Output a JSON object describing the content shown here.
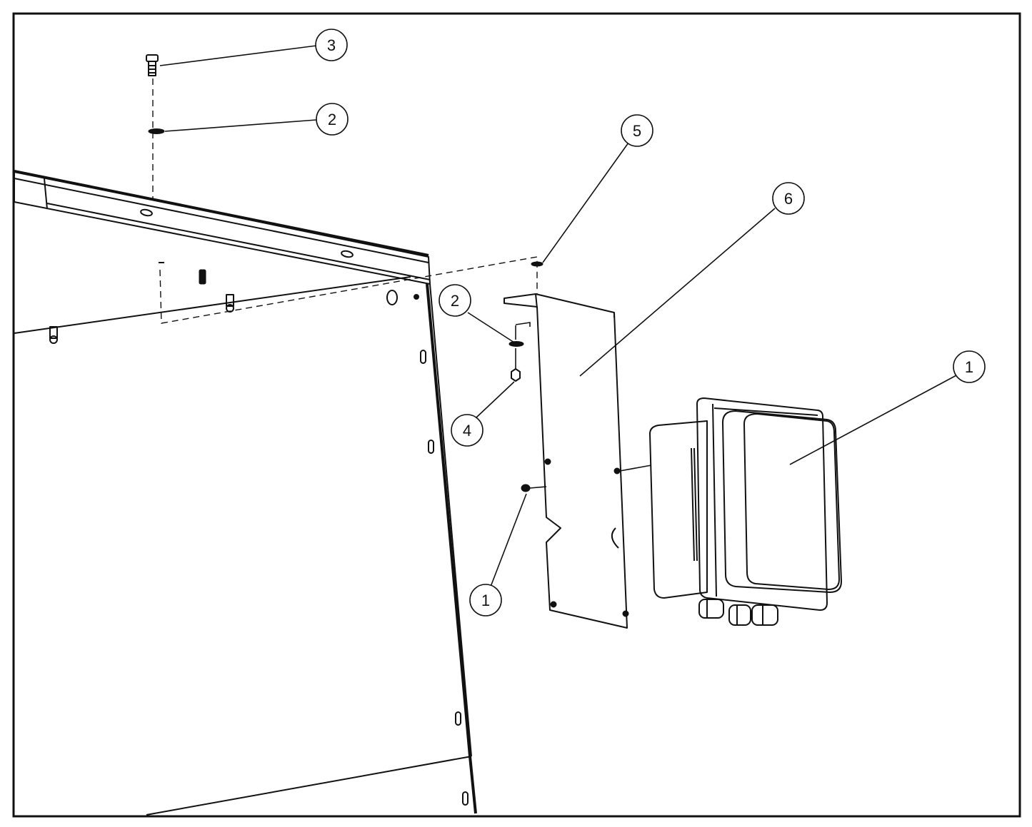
{
  "diagram": {
    "callouts": [
      {
        "id": "c3-top",
        "label": "3"
      },
      {
        "id": "c2-top",
        "label": "2"
      },
      {
        "id": "c5",
        "label": "5"
      },
      {
        "id": "c6",
        "label": "6"
      },
      {
        "id": "c2-mid",
        "label": "2"
      },
      {
        "id": "c4",
        "label": "4"
      },
      {
        "id": "c1-right",
        "label": "1"
      },
      {
        "id": "c1-bottom",
        "label": "1"
      }
    ],
    "colors": {
      "line": "#111111",
      "background": "#ffffff"
    }
  }
}
